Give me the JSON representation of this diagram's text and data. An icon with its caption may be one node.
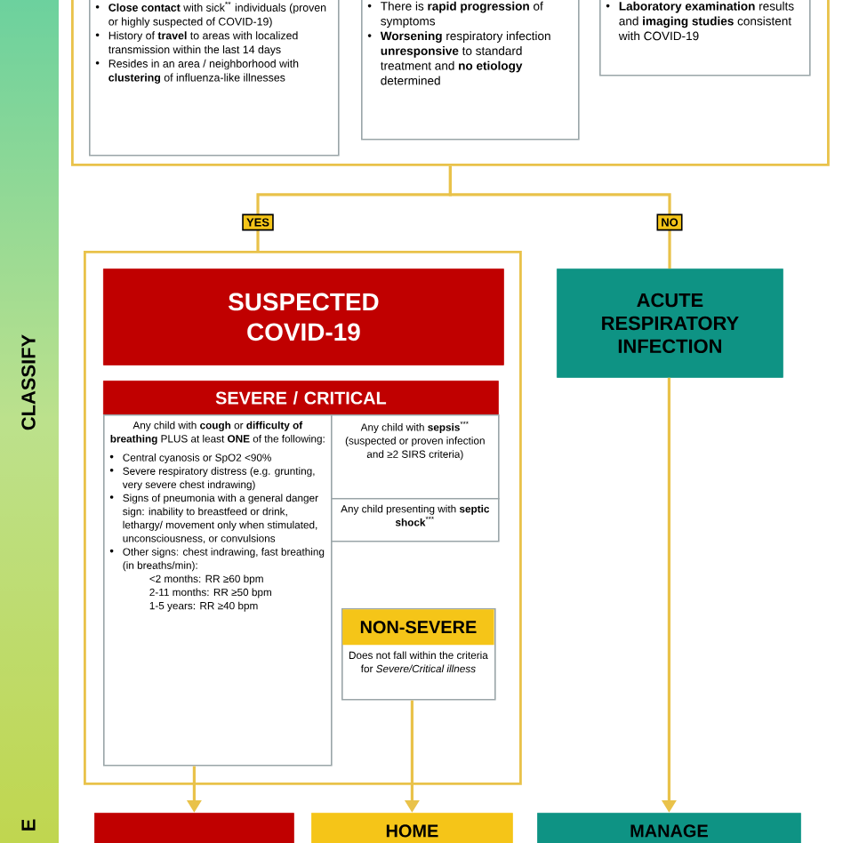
{
  "diagram": {
    "nodes": [
      {
        "text": [],
        "shape": "box"
      },
      {
        "text": [
          "**Close contact** with sick$^{**}$ individuals (proven or highly suspected of COVID-19)",
          "History of **travel** to areas with localized transmission within the last 14 days",
          "Resides in an area / neighborhood with **clustering** of influenza-like illnesses"
        ],
        "in": 0
      },
      {
        "text": [
          "There is **rapid progression** of symptoms",
          "**Worsening** respiratory infection **unresponsive** to standard treatment and **no etiology** determined"
        ],
        "in": 0
      },
      {
        "text": [
          "**Laboratory examination** results and **imaging studies** consistent with COVID-19"
        ],
        "in": 0
      },
      {
        "text": [],
        "shape": "box"
      },
      {
        "text": [
          "SUSPECTED COVID-19"
        ],
        "in": 4
      },
      {
        "text": [
          "SEVERE / CRITICAL"
        ],
        "in": 4
      },
      {
        "text": [
          "Any child with **cough** or **difficulty of breathing** PLUS at least **ONE** of the following:",
          "Central cyanosis or SpO2 <90%",
          "Severe respiratory distress (e.g. grunting, very severe chest indrawing)",
          "Signs of pneumonia with a general danger sign: inability to breastfeed or drink, lethargy/ movement only when stimulated, unconsciousness, or convulsions",
          "Other signs: chest indrawing, fast breathing (in breaths/min):",
          "<2 months: RR ≥60 bpm",
          "2-11 months: RR ≥50 bpm",
          "1-5 years: RR ≥40 bpm"
        ],
        "in": 4
      },
      {
        "text": [
          "Any child with **sepsis**$^{***}$ (suspected or proven infection and ≥2 SIRS criteria)"
        ],
        "in": 4
      },
      {
        "text": [
          "Any child presenting with **septic shock**$^{***}$"
        ],
        "in": 4
      },
      {
        "text": [
          "NON-SEVERE",
          "Does not fall within the criteria for *Severe/Critical illness*"
        ],
        "in": 4
      },
      {
        "text": [
          "ACUTE RESPIRATORY INFECTION"
        ]
      },
      {
        "text": [],
        "shape": "box"
      },
      {
        "text": [
          "HOME"
        ]
      },
      {
        "text": [
          "MANAGE"
        ]
      }
    ],
    "edges": [
      {
        "from": 0,
        "to": 4,
        "arrow": "none",
        "label": "YES"
      },
      {
        "from": 0,
        "to": 11,
        "arrow": "none",
        "label": "NO"
      },
      {
        "from": 7,
        "to": 12,
        "arrow": "to"
      },
      {
        "from": 10,
        "to": 13,
        "arrow": "to"
      },
      {
        "from": 11,
        "to": 14,
        "arrow": "to"
      }
    ],
    "labels": [
      "CLASSIFY",
      "E"
    ]
  }
}
